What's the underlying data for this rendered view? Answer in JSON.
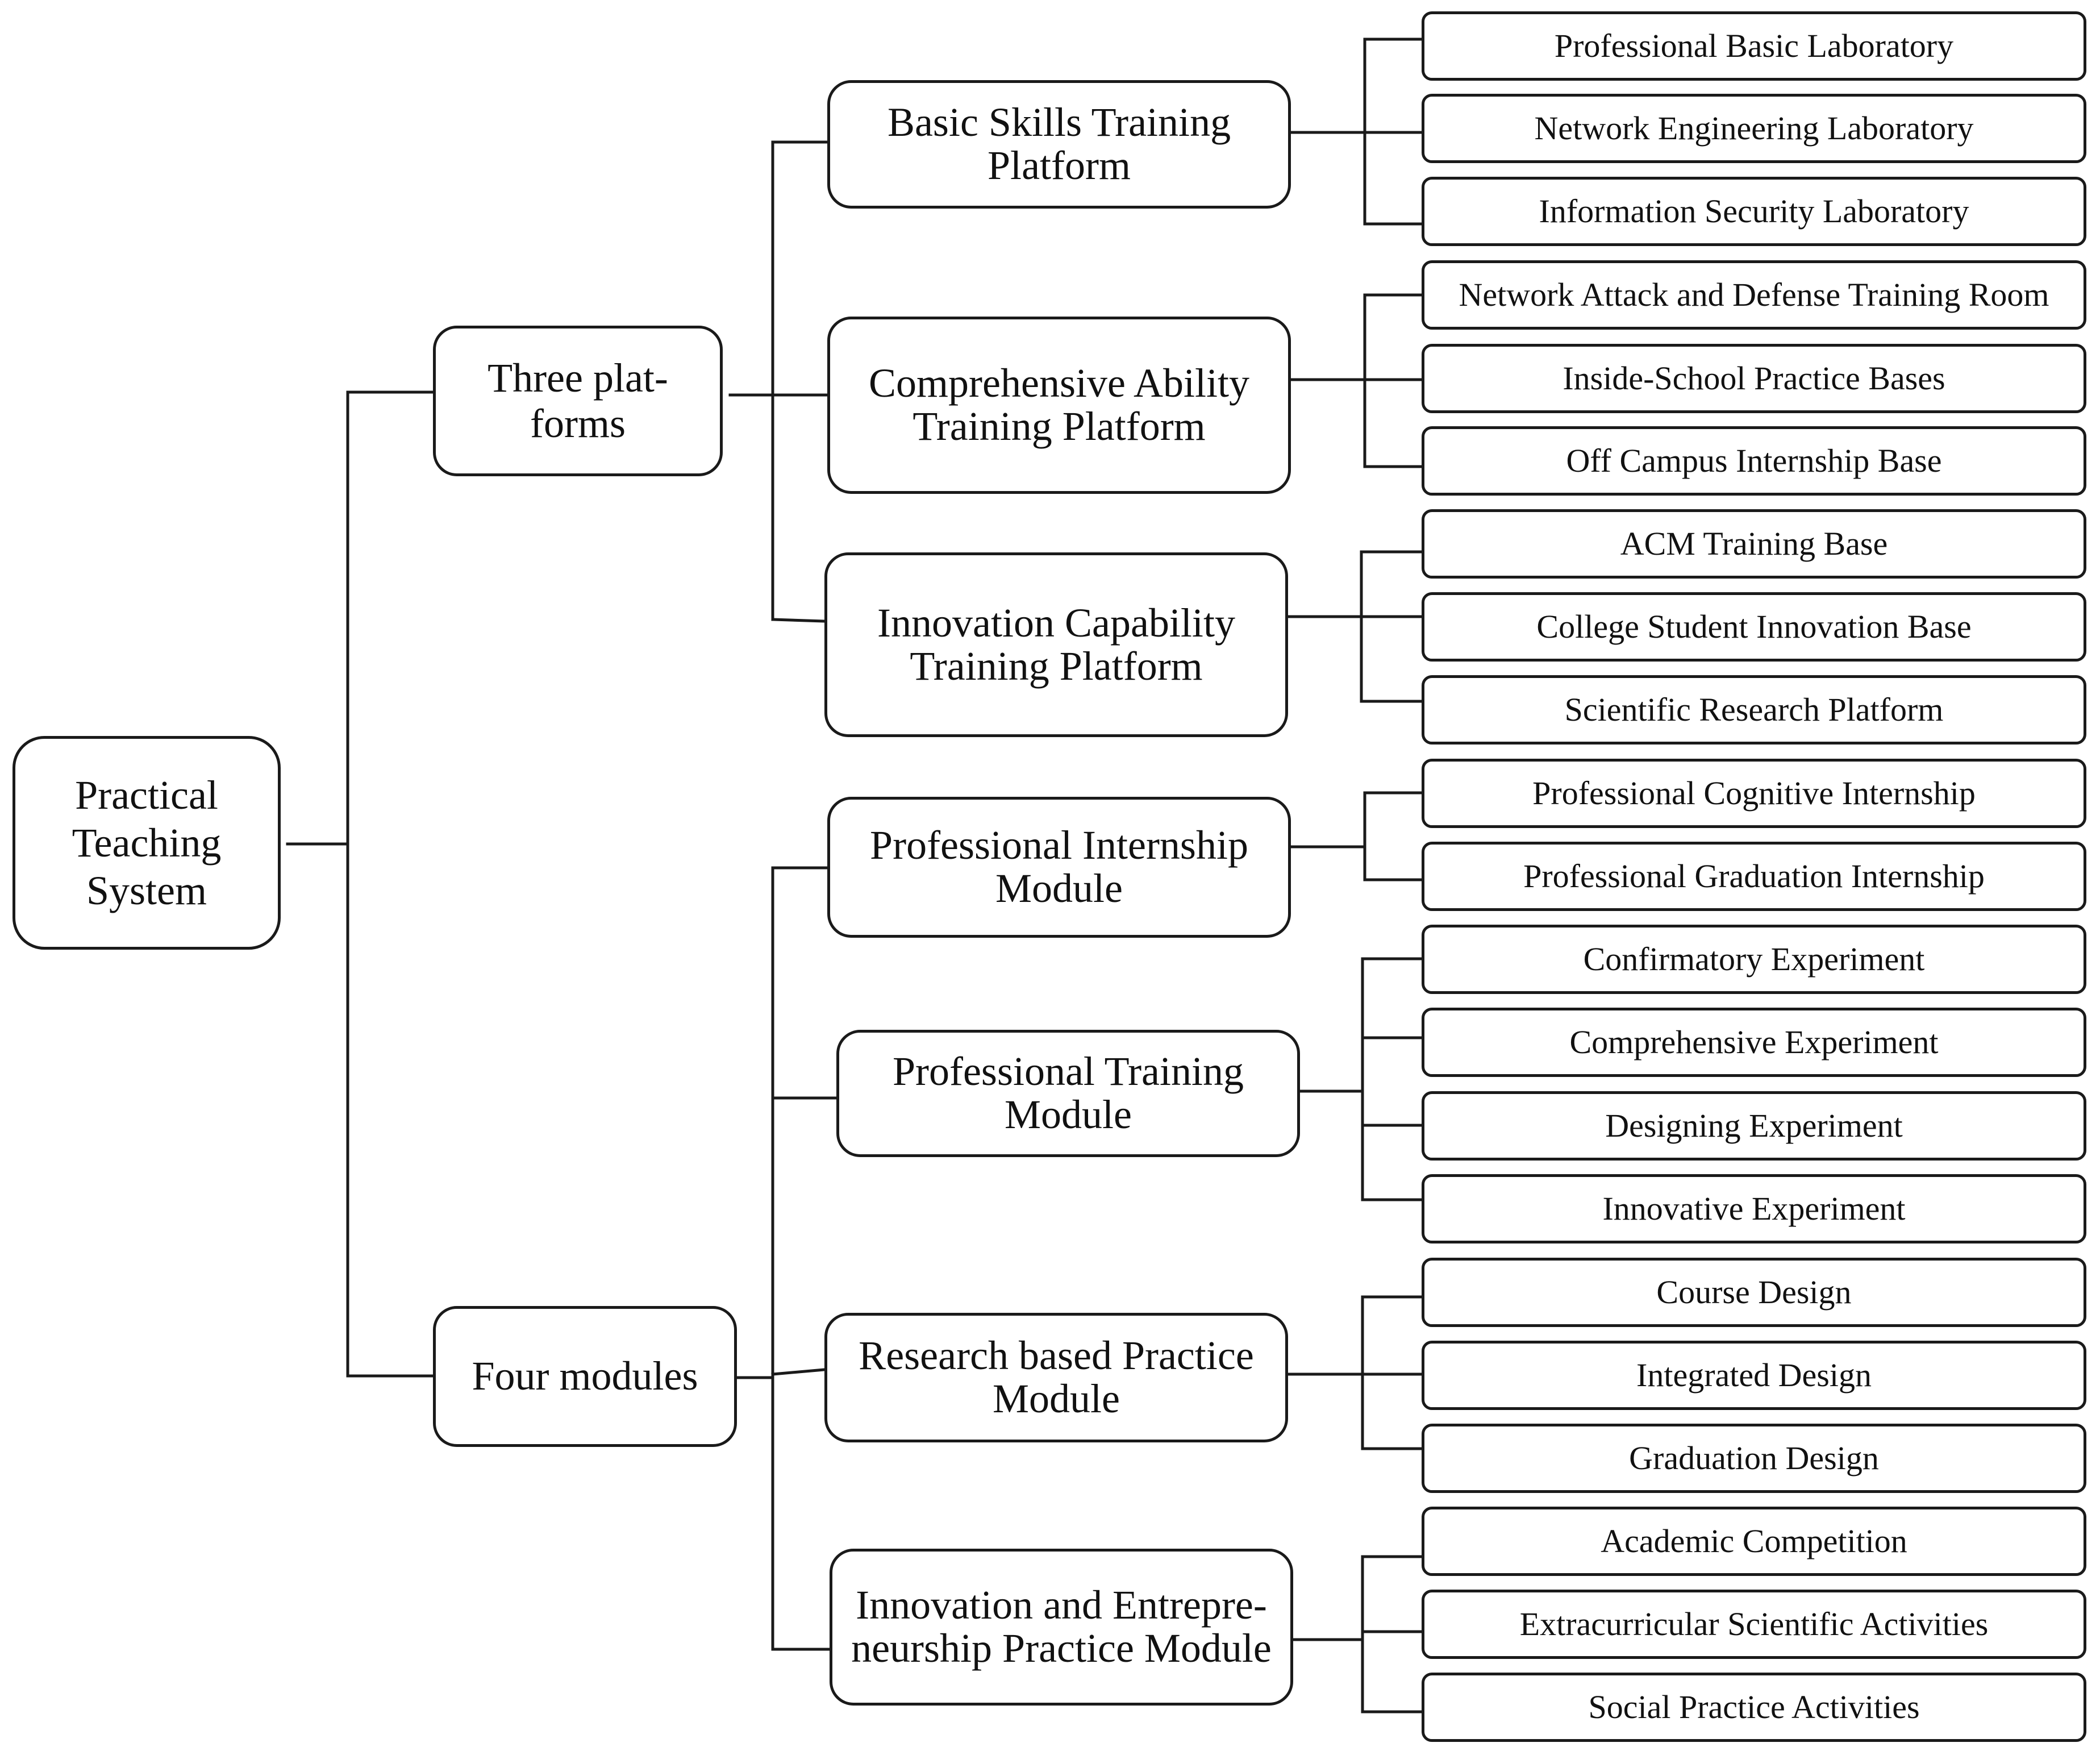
{
  "root": {
    "label": "Practical Teaching System"
  },
  "branches": [
    {
      "label": "Three plat- forms",
      "children": [
        {
          "label": "Basic Skills Training Platform",
          "leaves": [
            "Professional Basic Laboratory",
            "Network Engineering Laboratory",
            "Information Security Laboratory"
          ]
        },
        {
          "label": "Comprehensive Ability Training Platform",
          "leaves": [
            "Network Attack and Defense Training Room",
            "Inside-School Practice Bases",
            "Off Campus Internship Base"
          ]
        },
        {
          "label": "Innovation Capability Training Platform",
          "leaves": [
            "ACM Training Base",
            "College Student Innovation Base",
            "Scientific Research Platform"
          ]
        }
      ]
    },
    {
      "label": "Four modules",
      "children": [
        {
          "label": "Professional Internship Module",
          "leaves": [
            "Professional Cognitive Internship",
            "Professional Graduation Internship"
          ]
        },
        {
          "label": "Professional Training Module",
          "leaves": [
            "Confirmatory Experiment",
            "Comprehensive Experiment",
            "Designing Experiment",
            "Innovative Experiment"
          ]
        },
        {
          "label": "Research based Practice Module",
          "leaves": [
            "Course Design",
            "Integrated Design",
            "Graduation Design"
          ]
        },
        {
          "label": "Innovation and Entrepre- neurship Practice Module",
          "leaves": [
            "Academic Competition",
            "Extracurricular Scientific Activities",
            "Social Practice Activities"
          ]
        }
      ]
    }
  ]
}
